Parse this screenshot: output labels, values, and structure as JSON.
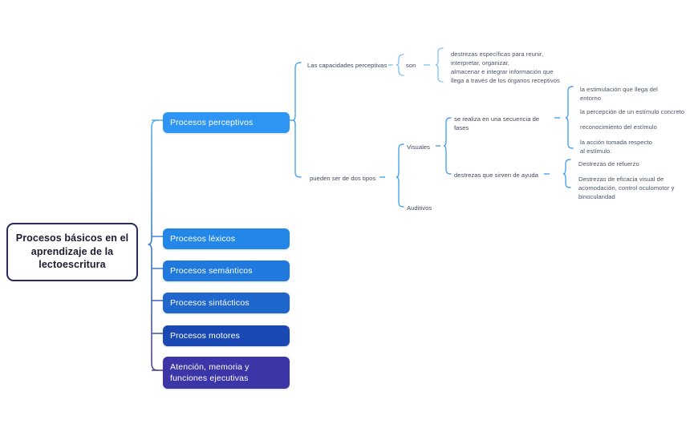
{
  "diagram": {
    "type": "mind-map",
    "background": "#ffffff",
    "root": {
      "label": "Procesos básicos en el aprendizaje de la lectoescritura",
      "border_color": "#262a5e",
      "fill": "#ffffff",
      "text_color": "#1c1c30"
    },
    "branch_colors": {
      "perceptivos": "#2f95f2",
      "lexicos": "#2387e8",
      "semanticos": "#2079dd",
      "sintacticos": "#1f66cd",
      "motores": "#1b49b4",
      "atencion": "#3b35a8"
    },
    "connector_color": "#4aa3f0",
    "connector_color_dark": "#4b4391",
    "branches": [
      {
        "id": "perceptivos",
        "label": "Procesos perceptivos",
        "color": "#2f95f2"
      },
      {
        "id": "lexicos",
        "label": "Procesos léxicos",
        "color": "#2387e8"
      },
      {
        "id": "semanticos",
        "label": "Procesos semánticos",
        "color": "#2079dd"
      },
      {
        "id": "sintacticos",
        "label": "Procesos sintácticos",
        "color": "#1f66cd"
      },
      {
        "id": "motores",
        "label": "Procesos motores",
        "color": "#1b49b4"
      },
      {
        "id": "atencion",
        "label": "Atención, memoria y funciones ejecutivas",
        "color": "#3b35a8"
      }
    ],
    "nodes": {
      "capacidades": "Las capacidades perceptivas",
      "son": "son",
      "son_detail": "destrezas específicas para reunir,\ninterpretar, organizar,\nalmacenar e integrar información que\nllega a través de los órganos receptivos",
      "dos_tipos": "pueden ser de dos tipos",
      "visuales": "Visuales",
      "auditivos": "Auditivos",
      "secuencia": "se realiza en una secuencia de fases",
      "fase_1": "la estimulación que llega del\nentorno",
      "fase_2": " la percepción de un estímulo concreto",
      "fase_3": "reconocimiento del estímulo",
      "fase_4": "la acción tomada respecto\nal estímulo.",
      "ayuda": "destrezas que sirven de ayuda",
      "ayuda_1": "Destrezas de refuerzo",
      "ayuda_2": "Destrezas de eficacia visual de\nacomodación, control oculomotor y\nbinocularidad"
    }
  }
}
